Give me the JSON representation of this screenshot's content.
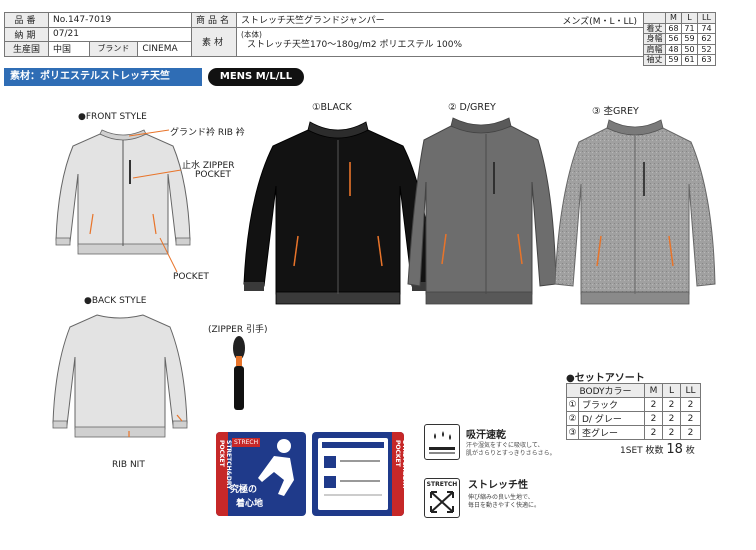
{
  "header": {
    "item_no_label": "品番",
    "item_no": "No.147-7019",
    "date_label": "納期",
    "date": "07/21",
    "origin_label": "生産国",
    "origin": "中国",
    "brand_label": "ブランド",
    "brand": "CINEMA",
    "product_name_label": "商品名",
    "product_name": "ストレッチ天竺グランドジャンパー",
    "gender_sizes": "メンズ(M・L・LL)",
    "material_label": "素材",
    "material_main": "(本体)",
    "material_detail": "ストレッチ天竺170〜180g/m2 ポリエステル 100%"
  },
  "size_table": {
    "header": [
      "",
      "M",
      "L",
      "LL"
    ],
    "rows": [
      {
        "label": "着丈",
        "values": [
          "68",
          "71",
          "74"
        ]
      },
      {
        "label": "身幅",
        "values": [
          "56",
          "59",
          "62"
        ]
      },
      {
        "label": "肩幅",
        "values": [
          "48",
          "50",
          "52"
        ]
      },
      {
        "label": "袖丈",
        "values": [
          "59",
          "61",
          "63"
        ]
      }
    ]
  },
  "tags": {
    "fabric": "素材：ポリエステルストレッチ天竺",
    "mens": "MENS  M/L/LL"
  },
  "labels": {
    "front_style": "●FRONT STYLE",
    "back_style": "●BACK STYLE",
    "collar": "グランド衿 RIB 衿",
    "zipper_pocket_1": "止水 ZIPPER",
    "zipper_pocket_2": "POCKET",
    "pocket": "POCKET",
    "rib_nit": "RIB NIT",
    "zipper_pull": "(ZIPPER 引手)"
  },
  "colors": [
    {
      "label": "①BLACK",
      "hex": "#111111"
    },
    {
      "label": "② D/GREY",
      "hex": "#6d6d6d"
    },
    {
      "label": "③ 杢GREY",
      "hex": "#9a9a9a"
    }
  ],
  "set_assort": {
    "title": "●セットアソート",
    "header": [
      "BODYカラー",
      "M",
      "L",
      "LL"
    ],
    "rows": [
      {
        "no": "①",
        "name": "ブラック",
        "values": [
          "2",
          "2",
          "2"
        ]
      },
      {
        "no": "②",
        "name": "D/ グレー",
        "values": [
          "2",
          "2",
          "2"
        ]
      },
      {
        "no": "③",
        "name": "杢グレー",
        "values": [
          "2",
          "2",
          "2"
        ]
      }
    ],
    "footer_prefix": "1SET 枚数",
    "footer_count": "18",
    "footer_suffix": "枚"
  },
  "features": {
    "quick_dry": "吸汗速乾",
    "quick_dry_desc_1": "汗や湿気をすぐに吸収して、",
    "quick_dry_desc_2": "肌がさらりとすっきりさらさら。",
    "stretch": "ストレッチ性",
    "stretch_icon_text": "STRETCH",
    "stretch_desc_1": "伸び縮みの良い生地で、",
    "stretch_desc_2": "毎日を動きやすく快適に。"
  },
  "hangtag": {
    "vertical_text": "STRETCH&DRY POCKET",
    "catch_1": "究極の",
    "catch_2": "着心地",
    "badge": "STRECH"
  }
}
